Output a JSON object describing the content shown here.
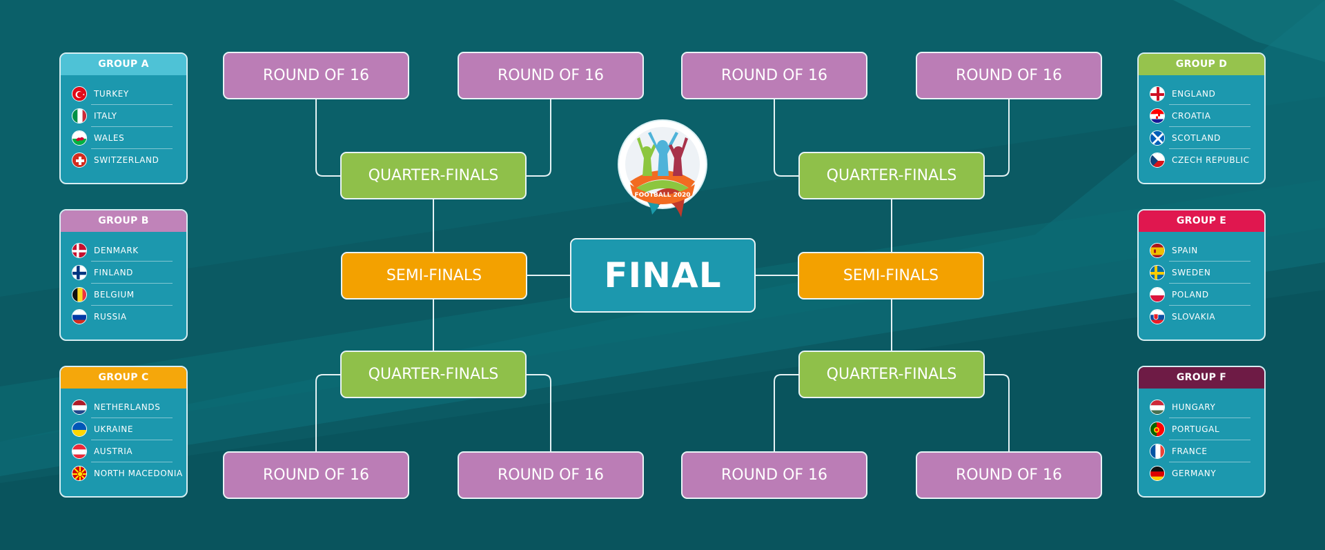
{
  "colors": {
    "background": "#0b5a63",
    "panel": "#1c98ae",
    "round_of_16": "#bb7db6",
    "quarter_finals": "#8fc04a",
    "semi_finals": "#f3a100",
    "final": "#1c98ae"
  },
  "groups": [
    {
      "title": "GROUP A",
      "color": "#4ec2d6",
      "teams": [
        "TURKEY",
        "ITALY",
        "WALES",
        "SWITZERLAND"
      ]
    },
    {
      "title": "GROUP B",
      "color": "#c083b9",
      "teams": [
        "DENMARK",
        "FINLAND",
        "BELGIUM",
        "RUSSIA"
      ]
    },
    {
      "title": "GROUP C",
      "color": "#f5a70b",
      "teams": [
        "NETHERLANDS",
        "UKRAINE",
        "AUSTRIA",
        "NORTH MACEDONIA"
      ]
    },
    {
      "title": "GROUP D",
      "color": "#96c34d",
      "teams": [
        "ENGLAND",
        "CROATIA",
        "SCOTLAND",
        "CZECH REPUBLIC"
      ]
    },
    {
      "title": "GROUP E",
      "color": "#e0174f",
      "teams": [
        "SPAIN",
        "SWEDEN",
        "POLAND",
        "SLOVAKIA"
      ]
    },
    {
      "title": "GROUP F",
      "color": "#6e1b45",
      "teams": [
        "HUNGARY",
        "PORTUGAL",
        "FRANCE",
        "GERMANY"
      ]
    }
  ],
  "bracket": {
    "round_of_16_label": "ROUND OF 16",
    "quarter_finals_label": "QUARTER-FINALS",
    "semi_finals_label": "SEMI-FINALS",
    "final_label": "FINAL"
  },
  "logo": {
    "text": "FOOTBALL 2020",
    "icon": "football-2020-emblem-icon"
  }
}
